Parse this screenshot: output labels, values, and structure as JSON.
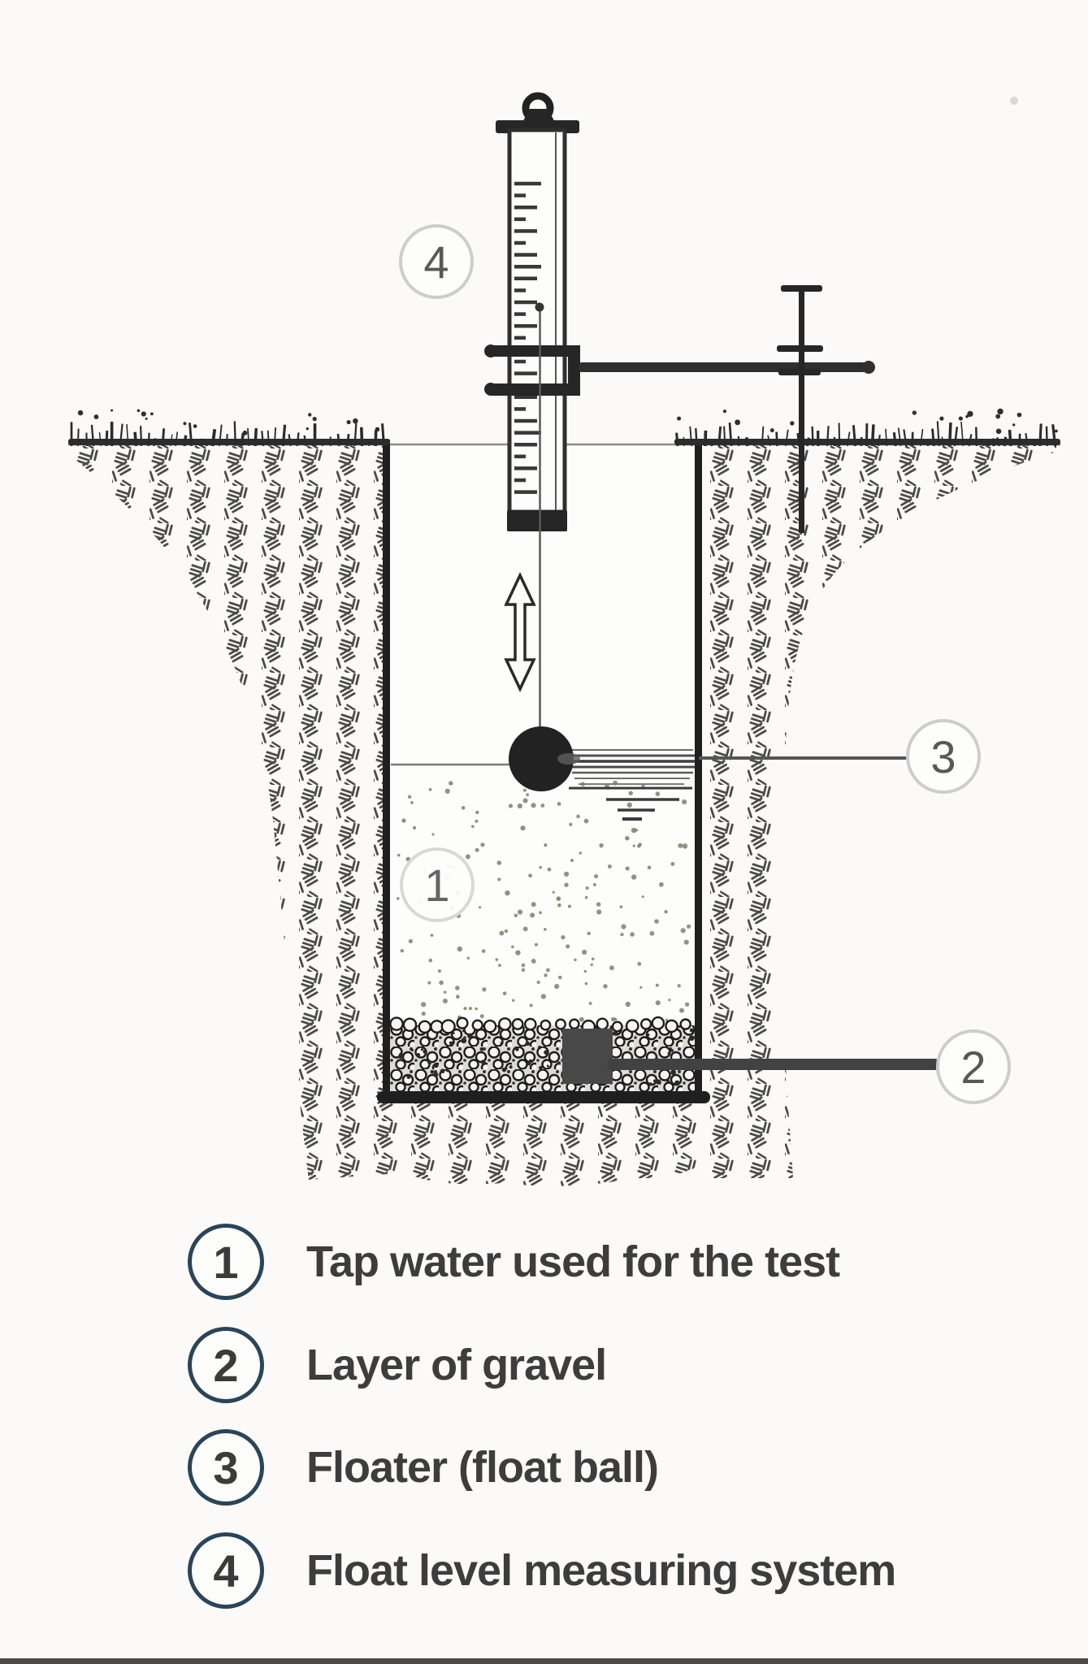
{
  "figure": {
    "markers": [
      {
        "number": "1"
      },
      {
        "number": "2"
      },
      {
        "number": "3"
      },
      {
        "number": "4"
      }
    ]
  },
  "legend": {
    "items": [
      {
        "number": "1",
        "label": "Tap water used for the test"
      },
      {
        "number": "2",
        "label": "Layer of gravel"
      },
      {
        "number": "3",
        "label": "Floater (float ball)"
      },
      {
        "number": "4",
        "label": "Float level measuring system"
      }
    ]
  },
  "colors": {
    "ink": "#2a2a2a",
    "soil_hatch": "#4b4b4b",
    "legend_circle": "#2b4457",
    "legend_text": "#3d3d3d",
    "marker_stroke": "#cdcdca",
    "leader_thick": "#424242",
    "leader_thin": "#565656",
    "water_dot": "#867b69",
    "background": "#fbfaf8"
  }
}
